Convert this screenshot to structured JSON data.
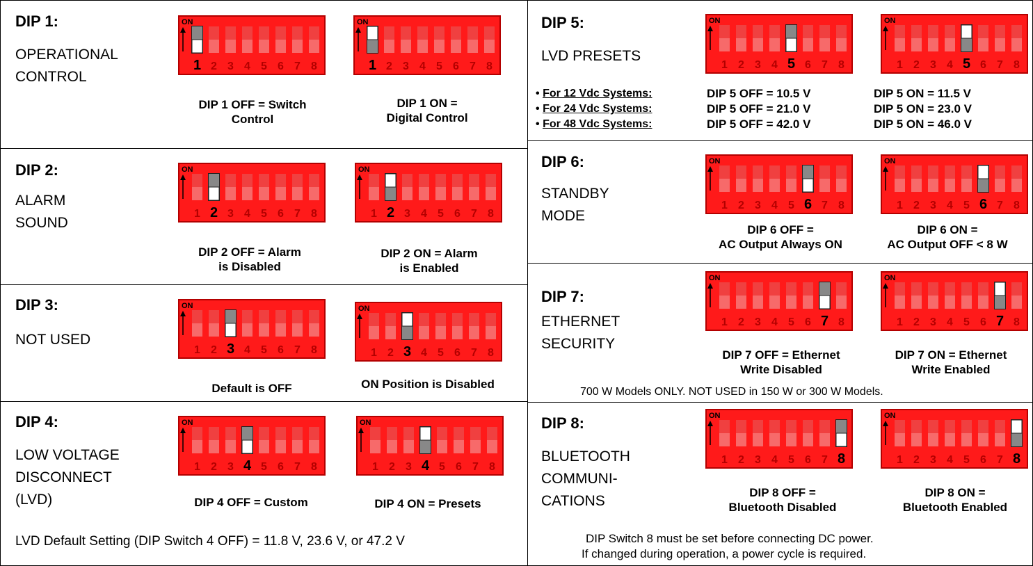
{
  "switch_graphic": {
    "on_label": "ON",
    "numbers": [
      "1",
      "2",
      "3",
      "4",
      "5",
      "6",
      "7",
      "8"
    ],
    "body_color": "#ff1a1a",
    "active_color": "#888888",
    "knob_color": "#ffffff"
  },
  "dips": [
    {
      "id": 1,
      "title": "DIP 1:",
      "subtitle": [
        "OPERATIONAL",
        "CONTROL"
      ],
      "off_caption": [
        "DIP 1 OFF = Switch",
        "Control"
      ],
      "on_caption": [
        "DIP 1 ON =",
        "Digital Control"
      ]
    },
    {
      "id": 2,
      "title": "DIP 2:",
      "subtitle": [
        "ALARM",
        "SOUND"
      ],
      "off_caption": [
        "DIP 2 OFF = Alarm",
        "is Disabled"
      ],
      "on_caption": [
        "DIP 2 ON = Alarm",
        "is Enabled"
      ]
    },
    {
      "id": 3,
      "title": "DIP 3:",
      "subtitle": [
        "NOT USED"
      ],
      "off_caption": [
        "Default is OFF"
      ],
      "on_caption": [
        "ON Position is Disabled"
      ]
    },
    {
      "id": 4,
      "title": "DIP 4:",
      "subtitle": [
        "LOW VOLTAGE",
        "DISCONNECT",
        "(LVD)"
      ],
      "off_caption": [
        "DIP 4 OFF = Custom"
      ],
      "on_caption": [
        "DIP 4 ON = Presets"
      ],
      "note": "LVD Default Setting (DIP Switch 4 OFF) = 11.8 V, 23.6 V, or 47.2 V"
    },
    {
      "id": 5,
      "title": "DIP 5:",
      "subtitle": [
        "LVD PRESETS"
      ],
      "systems": [
        {
          "bullet": "•",
          "label": "For 12 Vdc Systems:",
          "off": "DIP 5 OFF = 10.5 V",
          "on": "DIP 5 ON = 11.5 V"
        },
        {
          "bullet": "•",
          "label": "For 24 Vdc Systems:",
          "off": "DIP 5 OFF = 21.0 V",
          "on": "DIP 5 ON = 23.0 V"
        },
        {
          "bullet": "•",
          "label": "For 48 Vdc Systems:",
          "off": "DIP 5 OFF = 42.0 V",
          "on": "DIP 5 ON = 46.0 V"
        }
      ]
    },
    {
      "id": 6,
      "title": "DIP 6:",
      "subtitle": [
        "STANDBY",
        "MODE"
      ],
      "off_caption": [
        "DIP 6 OFF =",
        "AC Output Always ON"
      ],
      "on_caption": [
        "DIP 6 ON =",
        "AC Output OFF < 8 W"
      ]
    },
    {
      "id": 7,
      "title": "DIP 7:",
      "subtitle": [
        "ETHERNET",
        "SECURITY"
      ],
      "off_caption": [
        "DIP 7 OFF = Ethernet",
        "Write Disabled"
      ],
      "on_caption": [
        "DIP 7  ON = Ethernet",
        "Write Enabled"
      ],
      "note": "700 W Models ONLY.  NOT USED in 150 W or 300 W Models."
    },
    {
      "id": 8,
      "title": "DIP 8:",
      "subtitle": [
        "BLUETOOTH",
        "COMMUNI-",
        "CATIONS"
      ],
      "off_caption": [
        "DIP 8 OFF =",
        "Bluetooth Disabled"
      ],
      "on_caption": [
        "DIP 8 ON =",
        "Bluetooth Enabled"
      ],
      "note": [
        "DIP Switch 8 must be set before connecting DC power.",
        "If changed during operation, a power cycle is required."
      ]
    }
  ]
}
